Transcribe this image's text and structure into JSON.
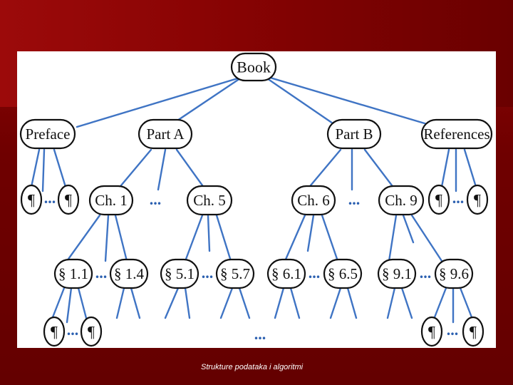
{
  "footer": "Strukture podataka i algoritmi",
  "tree": {
    "root": "Book",
    "level1": [
      "Preface",
      "Part A",
      "Part B",
      "References"
    ],
    "chapters": [
      "Ch. 1",
      "Ch. 5",
      "Ch. 6",
      "Ch. 9"
    ],
    "sections": [
      "§ 1.1",
      "§ 1.4",
      "§ 5.1",
      "§ 5.7",
      "§ 6.1",
      "§ 6.5",
      "§ 9.1",
      "§ 9.6"
    ],
    "paragraph": "¶",
    "ellipsis": "..."
  },
  "colors": {
    "edge": "#3f74c4",
    "background": "#7a0000"
  }
}
